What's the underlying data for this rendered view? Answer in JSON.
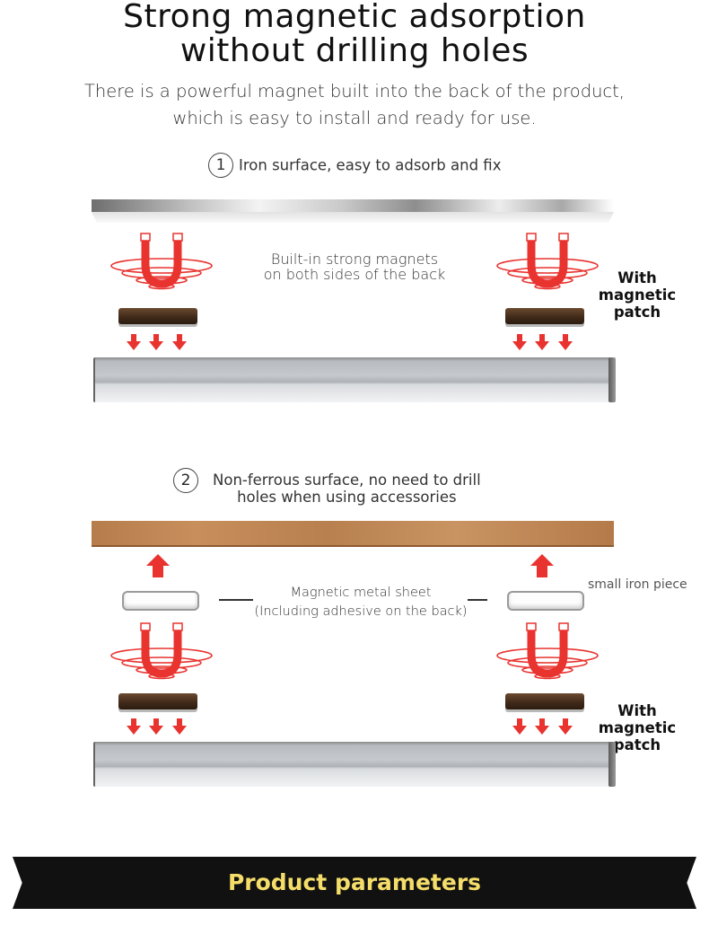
{
  "header": {
    "title_line1": "Strong magnetic adsorption",
    "title_line2": "without drilling holes",
    "subtitle_line1": "There is a powerful magnet built into the back of the product,",
    "subtitle_line2": "which is easy to install and ready for use."
  },
  "section1": {
    "number": "1",
    "label": "Iron surface, easy to adsorb and fix",
    "caption_line1": "Built-in strong magnets",
    "caption_line2": "on both sides of the back",
    "side_label_line1": "With",
    "side_label_line2": "magnetic patch"
  },
  "section2": {
    "number": "2",
    "label_line1": "Non-ferrous surface, no need to drill",
    "label_line2": "holes when using accessories",
    "sheet_caption_line1": "Magnetic metal sheet",
    "sheet_caption_line2": "(Including adhesive on the back)",
    "iron_label": "small iron piece",
    "side_label_line1": "With",
    "side_label_line2": "magnetic patch"
  },
  "footer": {
    "banner_text": "Product parameters"
  },
  "icons": {
    "magnet": "magnet-icon",
    "arrow_down": "red-arrow-down-icon",
    "arrow_up": "red-arrow-up-icon"
  },
  "colors": {
    "magnet_red": "#e8332f",
    "banner_bg": "#111111",
    "banner_text": "#f5dd6a"
  }
}
